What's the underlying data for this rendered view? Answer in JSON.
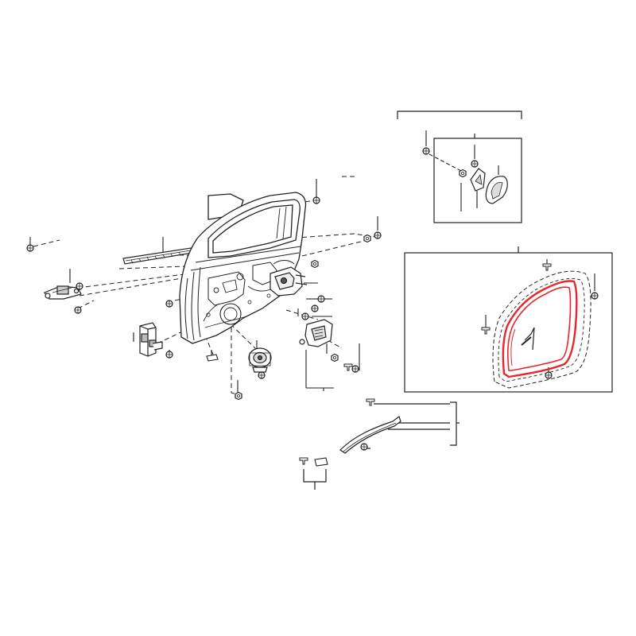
{
  "diagram": {
    "type": "exploded-parts-diagram",
    "background": "#ffffff",
    "line_color": "#222222",
    "highlight_color": "#e8252b",
    "highlighted_part": "door-weatherstrip",
    "labels": []
  },
  "parts": [
    {
      "id": "door-panel",
      "icon": "door-panel-icon"
    },
    {
      "id": "front-window-run",
      "icon": "channel-strip-icon"
    },
    {
      "id": "door-checker",
      "icon": "checker-icon"
    },
    {
      "id": "door-hinge",
      "icon": "hinge-icon"
    },
    {
      "id": "door-lock",
      "icon": "lock-assembly-icon"
    },
    {
      "id": "inside-handle",
      "icon": "handle-icon"
    },
    {
      "id": "speaker",
      "icon": "speaker-icon"
    },
    {
      "id": "outer-mirror",
      "icon": "mirror-icon"
    },
    {
      "id": "door-weatherstrip",
      "icon": "weatherstrip-icon"
    },
    {
      "id": "belt-moulding",
      "icon": "moulding-icon"
    }
  ]
}
